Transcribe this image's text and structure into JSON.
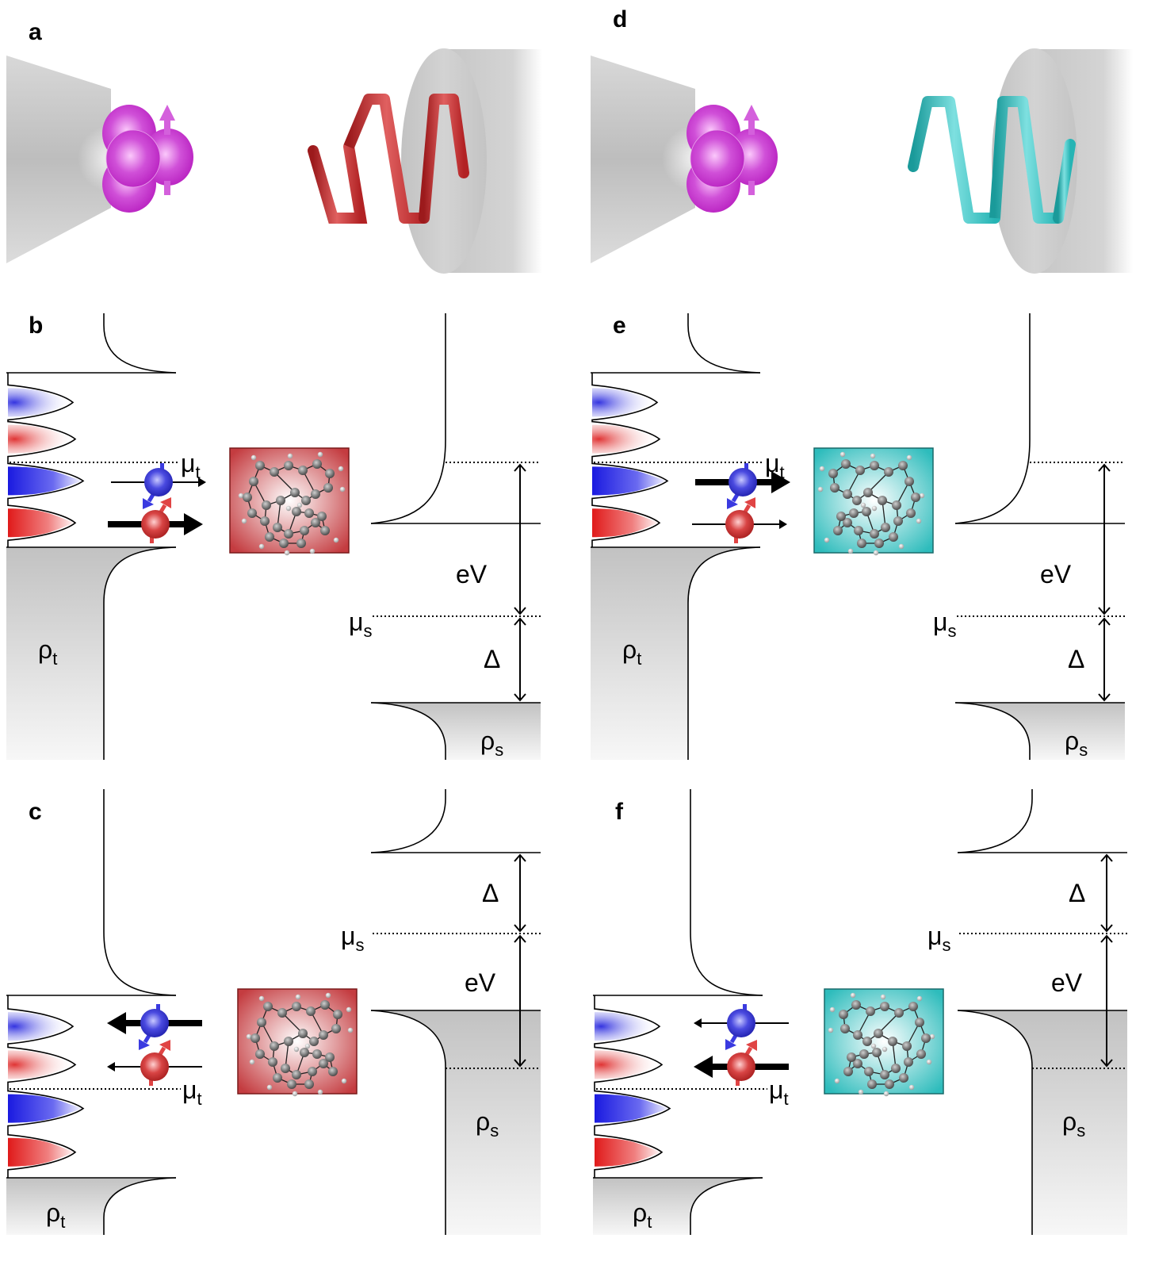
{
  "figure": {
    "panels": [
      {
        "id": "a",
        "letter": "a",
        "type": "cartoon",
        "helix_color": "#c0282a",
        "handedness": "left"
      },
      {
        "id": "d",
        "letter": "d",
        "type": "cartoon",
        "helix_color": "#2fbfbf",
        "handedness": "right"
      },
      {
        "id": "b",
        "letter": "b",
        "type": "energy",
        "molecule_color": "#c0282a",
        "bias": "positive",
        "spin_up_arrow": "thin-right",
        "spin_down_arrow": "thick-right"
      },
      {
        "id": "e",
        "letter": "e",
        "type": "energy",
        "molecule_color": "#2fbfbf",
        "bias": "positive",
        "spin_up_arrow": "thick-right",
        "spin_down_arrow": "thin-right"
      },
      {
        "id": "c",
        "letter": "c",
        "type": "energy",
        "molecule_color": "#c0282a",
        "bias": "negative",
        "spin_up_arrow": "thick-left",
        "spin_down_arrow": "thin-left"
      },
      {
        "id": "f",
        "letter": "f",
        "type": "energy",
        "molecule_color": "#2fbfbf",
        "bias": "negative",
        "spin_up_arrow": "thin-left",
        "spin_down_arrow": "thick-left"
      }
    ],
    "labels": {
      "mu": "μ",
      "mu_t_sub": "t",
      "mu_s_sub": "s",
      "rho": "ρ",
      "rho_t_sub": "t",
      "rho_s_sub": "s",
      "eV": "eV",
      "delta": "Δ"
    },
    "colors": {
      "spin_up": "#2a2ad8",
      "spin_down": "#d81e1e",
      "magnetic_tip": "#c030c8",
      "red_helix": "#c0282a",
      "cyan_helix": "#2fbfbf",
      "gray_fill": "#c4c4c4"
    }
  }
}
